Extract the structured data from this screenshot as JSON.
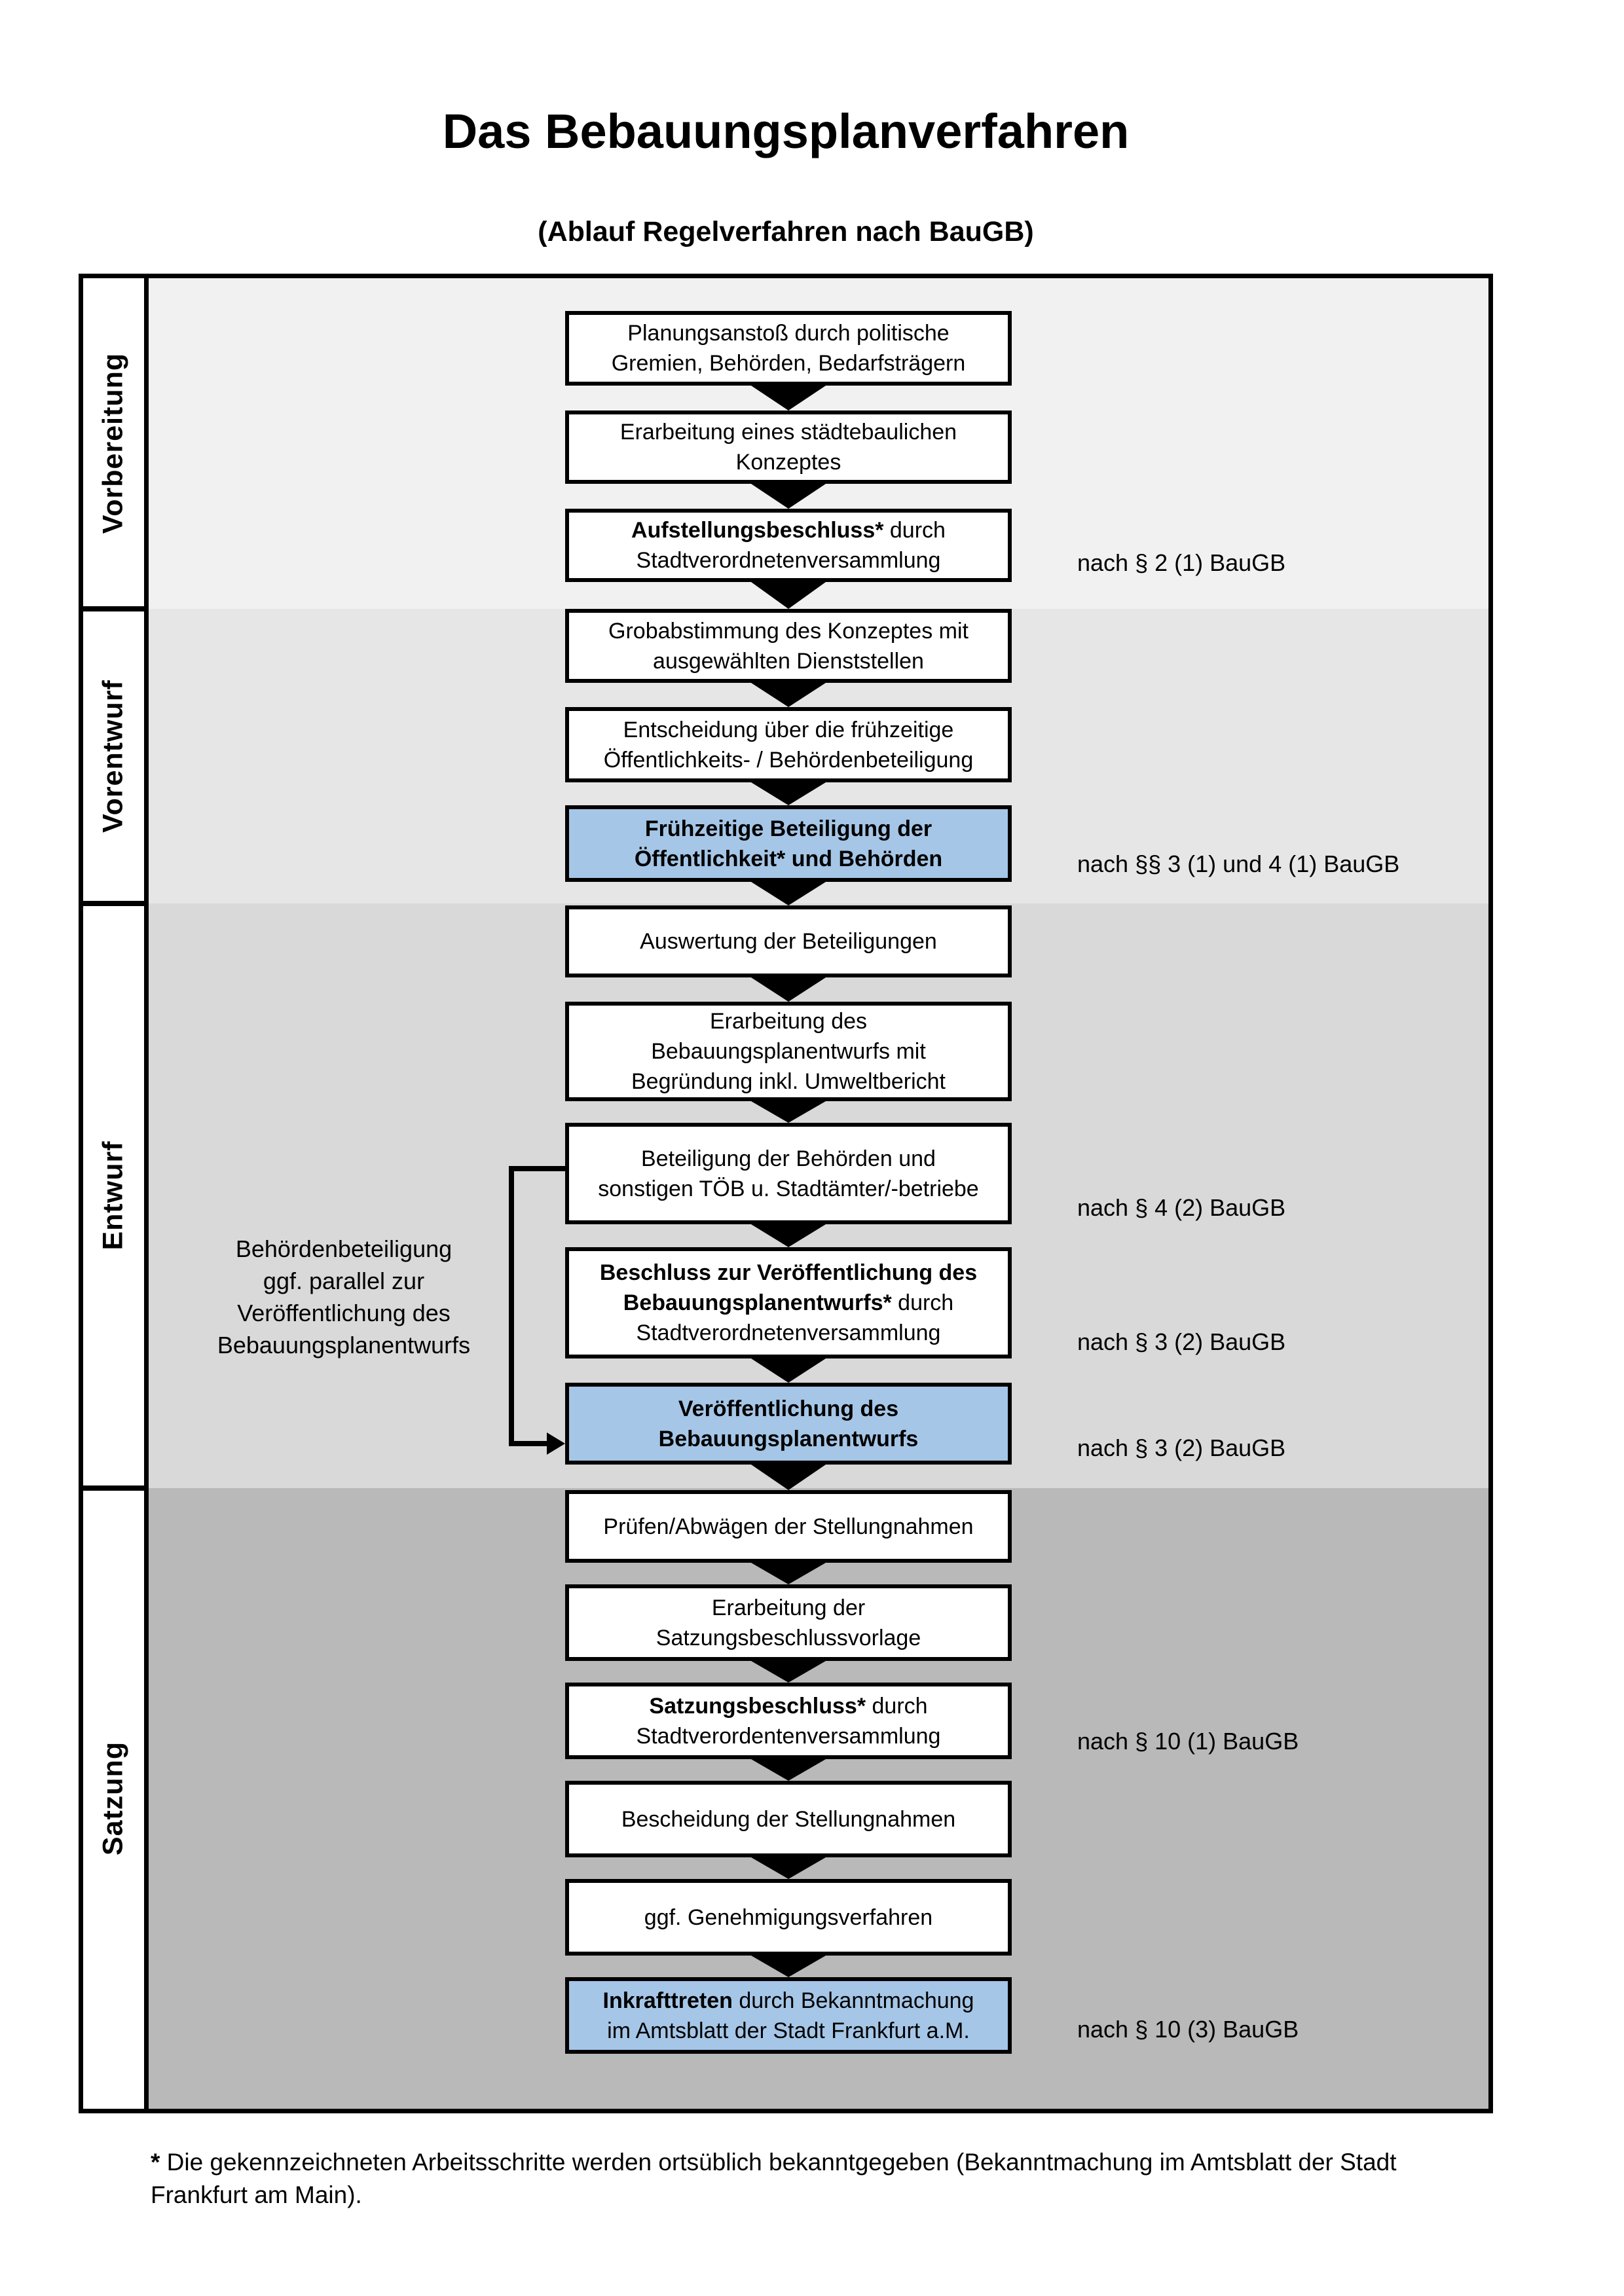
{
  "title": "Das Bebauungsplanverfahren",
  "subtitle": "(Ablauf Regelverfahren nach BauGB)",
  "colors": {
    "highlight": "#a5c6e7",
    "phase_bgs": [
      "#f1f1f1",
      "#e6e6e6",
      "#d9d9d9",
      "#b9b9b9"
    ]
  },
  "phases": [
    {
      "label": "Vorbereitung"
    },
    {
      "label": "Vorentwurf"
    },
    {
      "label": "Entwurf"
    },
    {
      "label": "Satzung"
    }
  ],
  "boxes": [
    {
      "lines": [
        {
          "t": "Planungsanstoß durch politische"
        },
        {
          "t": "Gremien, Behörden, Bedarfsträgern"
        }
      ]
    },
    {
      "lines": [
        {
          "t": "Erarbeitung eines städtebaulichen"
        },
        {
          "t": "Konzeptes"
        }
      ]
    },
    {
      "lines": [
        {
          "b": "Aufstellungsbeschluss*",
          "t": " durch"
        },
        {
          "t": "Stadtverordnetenversammlung"
        }
      ]
    },
    {
      "lines": [
        {
          "t": "Grobabstimmung des Konzeptes mit"
        },
        {
          "t": "ausgewählten Dienststellen"
        }
      ]
    },
    {
      "lines": [
        {
          "t": "Entscheidung über die frühzeitige"
        },
        {
          "t": "Öffentlichkeits- / Behördenbeteiligung"
        }
      ]
    },
    {
      "highlighted": true,
      "lines": [
        {
          "b": "Frühzeitige Beteiligung der"
        },
        {
          "b": "Öffentlichkeit* und Behörden"
        }
      ]
    },
    {
      "lines": [
        {
          "t": "Auswertung der Beteiligungen"
        }
      ]
    },
    {
      "lines": [
        {
          "t": "Erarbeitung des"
        },
        {
          "t": "Bebauungsplanentwurfs mit"
        },
        {
          "t": "Begründung inkl. Umweltbericht"
        }
      ]
    },
    {
      "lines": [
        {
          "t": "Beteiligung der Behörden und"
        },
        {
          "t": "sonstigen TÖB u. Stadtämter/-betriebe"
        }
      ]
    },
    {
      "lines": [
        {
          "b": "Beschluss zur Veröffentlichung des"
        },
        {
          "b": "Bebauungsplanentwurfs*",
          "t": " durch"
        },
        {
          "t": "Stadtverordnetenversammlung"
        }
      ]
    },
    {
      "highlighted": true,
      "lines": [
        {
          "b": "Veröffentlichung des"
        },
        {
          "b": "Bebauungsplanentwurfs"
        }
      ]
    },
    {
      "lines": [
        {
          "t": "Prüfen/Abwägen der Stellungnahmen"
        }
      ]
    },
    {
      "lines": [
        {
          "t": "Erarbeitung der"
        },
        {
          "t": "Satzungsbeschlussvorlage"
        }
      ]
    },
    {
      "lines": [
        {
          "b": "Satzungsbeschluss*",
          "t": " durch"
        },
        {
          "t": "Stadtverordentenversammlung"
        }
      ]
    },
    {
      "lines": [
        {
          "t": "Bescheidung der Stellungnahmen"
        }
      ]
    },
    {
      "lines": [
        {
          "t": "ggf. Genehmigungsverfahren"
        }
      ]
    },
    {
      "highlighted": true,
      "lines": [
        {
          "b": "Inkrafttreten",
          "t": " durch Bekanntmachung"
        },
        {
          "t": "im Amtsblatt der Stadt Frankfurt a.M."
        }
      ]
    }
  ],
  "refs": [
    {
      "text": "nach § 2 (1) BauGB"
    },
    {
      "text": "nach §§ 3 (1) und 4 (1) BauGB"
    },
    {
      "text": "nach § 4 (2) BauGB"
    },
    {
      "text": "nach § 3 (2) BauGB"
    },
    {
      "text": "nach § 3 (2) BauGB"
    },
    {
      "text": "nach § 10 (1) BauGB"
    },
    {
      "text": "nach § 10 (3) BauGB"
    }
  ],
  "side_note": {
    "lines": [
      "Behördenbeteiligung",
      "ggf. parallel zur",
      "Veröffentlichung des",
      "Bebauungsplanentwurfs"
    ]
  },
  "footnote": {
    "marker": "*",
    "text": " Die gekennzeichneten Arbeitsschritte werden ortsüblich bekanntgegeben (Bekanntmachung im Amtsblatt der Stadt Frankfurt am Main)."
  }
}
